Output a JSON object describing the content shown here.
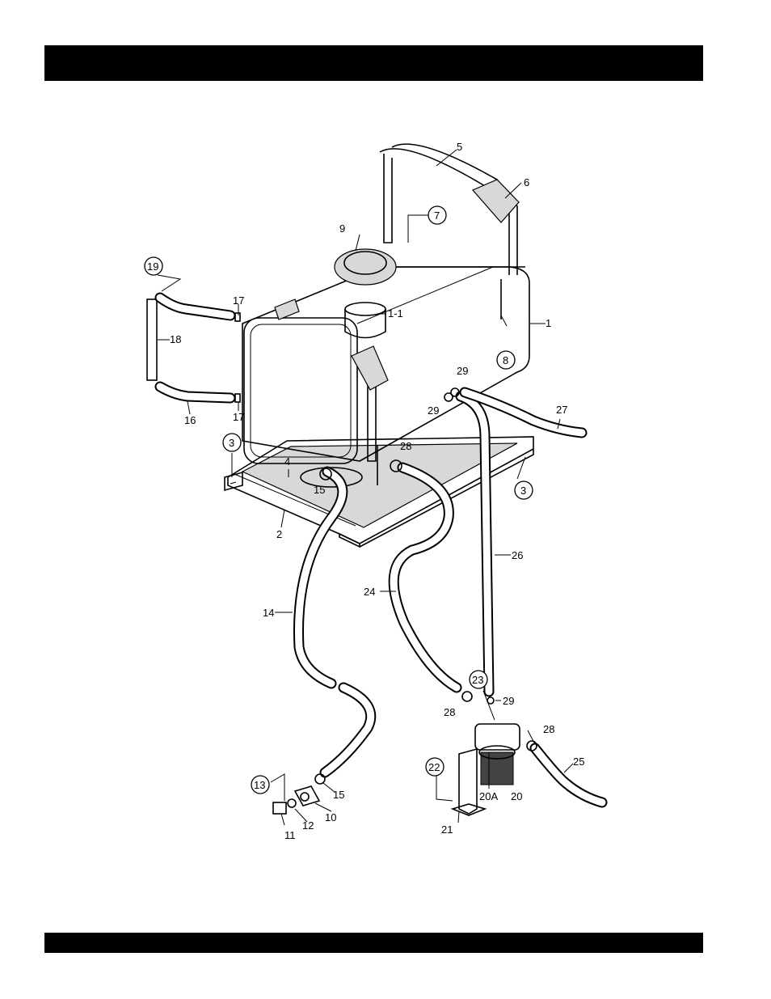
{
  "colors": {
    "bar": "#000000",
    "ink": "#000000",
    "paper": "#ffffff",
    "stipple": "#d8d8d8"
  },
  "callouts": [
    {
      "id": "label-1",
      "text": "1",
      "circled": false
    },
    {
      "id": "label-1-1",
      "text": "1-1",
      "circled": false
    },
    {
      "id": "label-2",
      "text": "2",
      "circled": false
    },
    {
      "id": "label-3a",
      "text": "3",
      "circled": true
    },
    {
      "id": "label-3b",
      "text": "3",
      "circled": true
    },
    {
      "id": "label-4",
      "text": "4",
      "circled": false
    },
    {
      "id": "label-5",
      "text": "5",
      "circled": false
    },
    {
      "id": "label-6",
      "text": "6",
      "circled": false
    },
    {
      "id": "label-7",
      "text": "7",
      "circled": true
    },
    {
      "id": "label-8",
      "text": "8",
      "circled": true
    },
    {
      "id": "label-9",
      "text": "9",
      "circled": false
    },
    {
      "id": "label-10",
      "text": "10",
      "circled": false
    },
    {
      "id": "label-11",
      "text": "11",
      "circled": false
    },
    {
      "id": "label-12",
      "text": "12",
      "circled": false
    },
    {
      "id": "label-13",
      "text": "13",
      "circled": true
    },
    {
      "id": "label-14",
      "text": "14",
      "circled": false
    },
    {
      "id": "label-15a",
      "text": "15",
      "circled": false
    },
    {
      "id": "label-15b",
      "text": "15",
      "circled": false
    },
    {
      "id": "label-16",
      "text": "16",
      "circled": false
    },
    {
      "id": "label-17a",
      "text": "17",
      "circled": false
    },
    {
      "id": "label-17b",
      "text": "17",
      "circled": false
    },
    {
      "id": "label-18",
      "text": "18",
      "circled": false
    },
    {
      "id": "label-19",
      "text": "19",
      "circled": true
    },
    {
      "id": "label-20",
      "text": "20",
      "circled": false
    },
    {
      "id": "label-20a",
      "text": "20A",
      "circled": false
    },
    {
      "id": "label-21",
      "text": "21",
      "circled": false
    },
    {
      "id": "label-22",
      "text": "22",
      "circled": true
    },
    {
      "id": "label-23",
      "text": "23",
      "circled": true
    },
    {
      "id": "label-24",
      "text": "24",
      "circled": false
    },
    {
      "id": "label-25",
      "text": "25",
      "circled": false
    },
    {
      "id": "label-26",
      "text": "26",
      "circled": false
    },
    {
      "id": "label-27",
      "text": "27",
      "circled": false
    },
    {
      "id": "label-28a",
      "text": "28",
      "circled": false
    },
    {
      "id": "label-28b",
      "text": "28",
      "circled": false
    },
    {
      "id": "label-28c",
      "text": "28",
      "circled": false
    },
    {
      "id": "label-29a",
      "text": "29",
      "circled": false
    },
    {
      "id": "label-29b",
      "text": "29",
      "circled": false
    },
    {
      "id": "label-29c",
      "text": "29",
      "circled": false
    }
  ]
}
